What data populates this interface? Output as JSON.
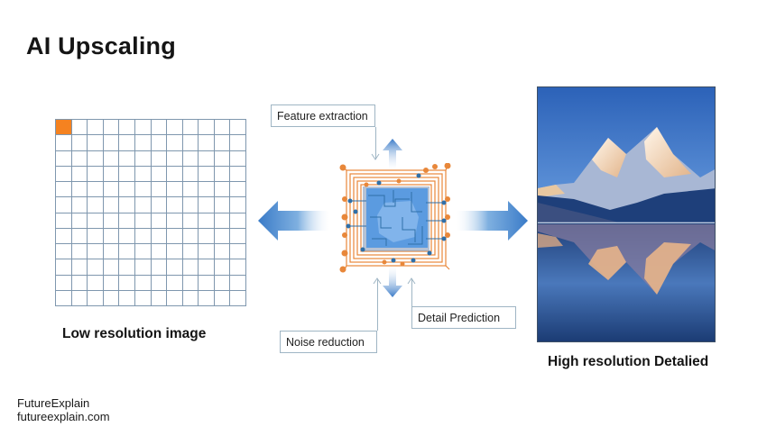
{
  "header": {
    "title": "AI Upscaling"
  },
  "low_res": {
    "caption": "Low resolution image",
    "grid": {
      "rows": 12,
      "cols": 12,
      "highlighted_cell": [
        0,
        0
      ],
      "highlight_color": "#f58220",
      "line_color": "#7f97ae"
    }
  },
  "process": {
    "labels": {
      "feature_extraction": "Feature extraction",
      "noise_reduction": "Noise reduction",
      "detail_prediction": "Detail Prediction"
    },
    "icons": [
      "neural-chip-icon",
      "arrow-left-icon",
      "arrow-right-icon",
      "arrow-up-icon",
      "arrow-down-icon"
    ],
    "colors": {
      "arrow_blue": "#3a7bc8",
      "chip_blue": "#5b9be0",
      "circuit_orange": "#e8873a",
      "circuit_blue": "#2f6fa8"
    }
  },
  "high_res": {
    "caption": "High resolution Detalied",
    "image": "mountain-lake-reflection"
  },
  "footer": {
    "brand": "FutureExplain",
    "url": "futureexplain.com"
  }
}
